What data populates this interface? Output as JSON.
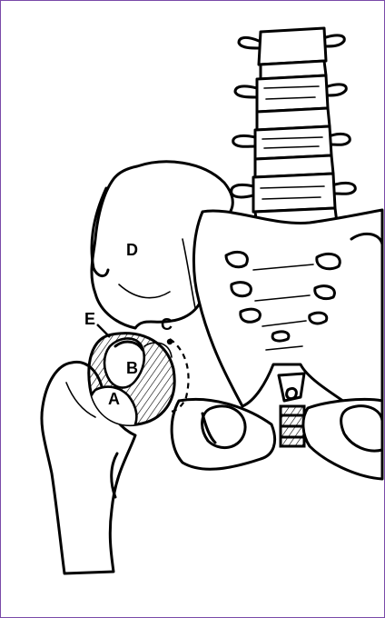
{
  "figure": {
    "labels": {
      "A": "A",
      "B": "B",
      "C": "C",
      "D": "D",
      "E": "E"
    },
    "colors": {
      "ink": "#000000",
      "frame": "#7a4aa8",
      "background": "#ffffff"
    }
  }
}
